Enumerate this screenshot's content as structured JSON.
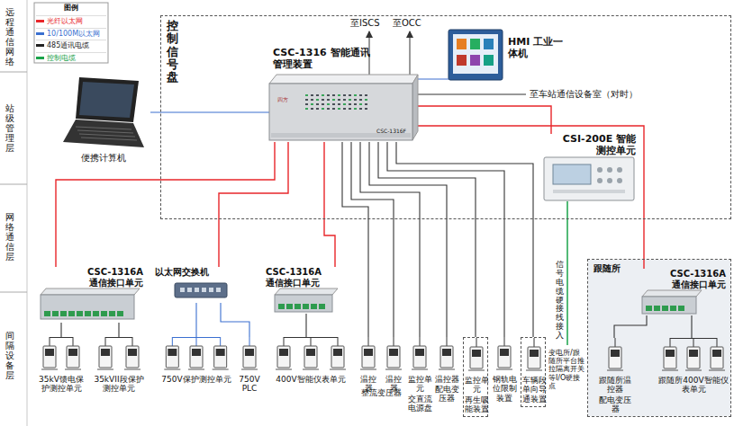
{
  "diagram": {
    "nodes": [
      {
        "text": [
          "控制信号盘"
        ]
      },
      {
        "text": [
          "CSC-1316 智能通讯管理装置"
        ],
        "in": 0
      },
      {
        "text": [
          "HMI 工业一体机"
        ],
        "in": 0
      },
      {
        "text": [
          "CSI-200E 智能测控单元"
        ],
        "in": 0
      },
      {
        "text": [
          "便携计算机"
        ]
      },
      {
        "text": [
          "CSC-1316A 通信接口单元"
        ]
      },
      {
        "text": [
          "以太网交换机"
        ]
      },
      {
        "text": [
          "CSC-1316A 通信接口单元"
        ]
      },
      {
        "text": [
          "跟随所"
        ]
      },
      {
        "text": [
          "CSC-1316A 通信接口单元"
        ],
        "in": 8
      },
      {
        "text": [
          "35kV馈电保护测控单元"
        ]
      },
      {
        "text": [
          "35kVII段保护测控单元"
        ]
      },
      {
        "text": [
          "750V保护测控单元"
        ]
      },
      {
        "text": [
          "750V PLC"
        ]
      },
      {
        "text": [
          "400V智能仪表单元"
        ]
      },
      {
        "text": [
          "温控器"
        ]
      },
      {
        "text": [
          "温控器"
        ]
      },
      {
        "text": [
          "监控单元",
          "交直流电源盘"
        ]
      },
      {
        "text": [
          "温控器",
          "配电变压器"
        ]
      },
      {
        "text": [
          "监控单元",
          "再生吸能装置"
        ]
      },
      {
        "text": [
          "钢轨电位限制装置"
        ]
      },
      {
        "text": [
          "车辆段单向导通装置"
        ]
      },
      {
        "text": [
          "跟随所温控器",
          "配电变压器"
        ],
        "in": 8
      },
      {
        "text": [
          "跟随所400V智能仪表单元"
        ],
        "in": 8
      }
    ],
    "edges": [
      {
        "from": 1,
        "to": 5,
        "arrow": "none"
      },
      {
        "from": 1,
        "to": 6,
        "arrow": "none"
      },
      {
        "from": 1,
        "to": 7,
        "arrow": "none"
      },
      {
        "from": 1,
        "to": 3,
        "arrow": "none"
      },
      {
        "from": 1,
        "to": 9,
        "arrow": "none"
      },
      {
        "from": 4,
        "to": 1,
        "arrow": "none"
      },
      {
        "from": 2,
        "to": 1,
        "arrow": "none"
      },
      {
        "from": 6,
        "to": 12,
        "arrow": "none"
      },
      {
        "from": 6,
        "to": 13,
        "arrow": "none"
      },
      {
        "from": 5,
        "to": 10,
        "arrow": "none"
      },
      {
        "from": 5,
        "to": 11,
        "arrow": "none"
      },
      {
        "from": 7,
        "to": 14,
        "arrow": "none"
      },
      {
        "from": 1,
        "to": 15,
        "arrow": "none"
      },
      {
        "from": 1,
        "to": 16,
        "arrow": "none"
      },
      {
        "from": 1,
        "to": 17,
        "arrow": "none"
      },
      {
        "from": 1,
        "to": 18,
        "arrow": "none"
      },
      {
        "from": 1,
        "to": 19,
        "arrow": "none"
      },
      {
        "from": 1,
        "to": 20,
        "arrow": "none"
      },
      {
        "from": 1,
        "to": 21,
        "arrow": "none"
      },
      {
        "from": 9,
        "to": 22,
        "arrow": "none"
      },
      {
        "from": 9,
        "to": 23,
        "arrow": "none"
      }
    ],
    "labels": [
      "远程通信网络",
      "站级管理层",
      "网络通信层",
      "间隔设备层",
      "图例",
      "至ISCS",
      "至OCC",
      "至车站通信设备室（对时）",
      "四方",
      "CSC-1316F",
      "信号电缆硬接线接入",
      "变电所/跟随所平台推拉隔离开关等I/O硬接点",
      "整流变压器"
    ],
    "legend": [
      {
        "text": "光纤以太网",
        "color": "#e8262a"
      },
      {
        "text": "10/100M以太网",
        "color": "#3a6fd0"
      },
      {
        "text": "485通讯电缆",
        "color": "#222222"
      },
      {
        "text": "控制电缆",
        "color": "#1aa34a"
      }
    ]
  }
}
